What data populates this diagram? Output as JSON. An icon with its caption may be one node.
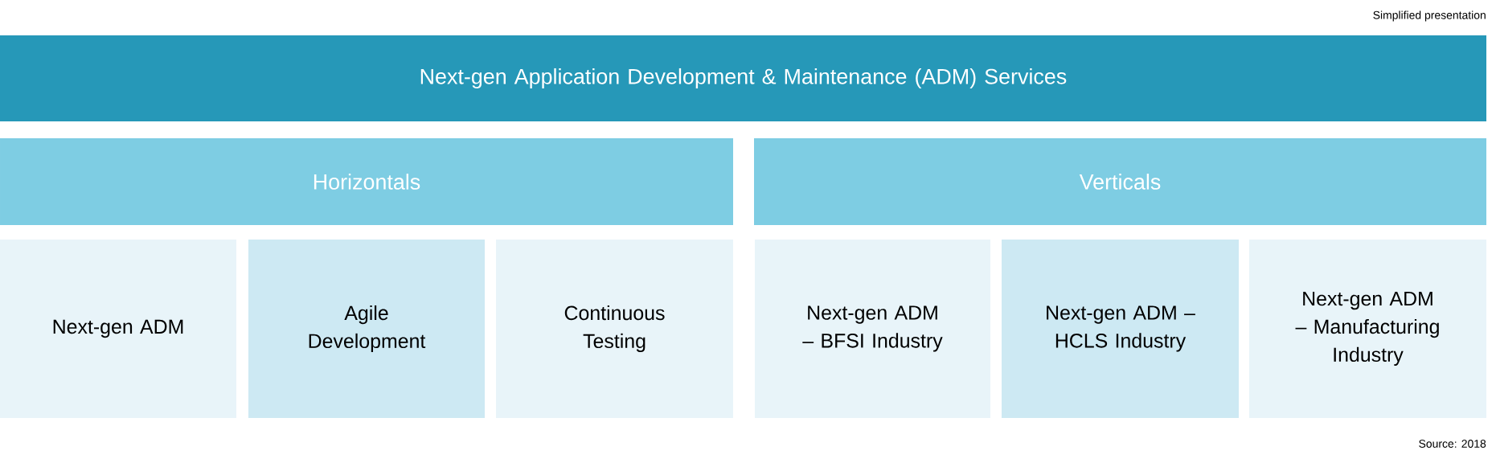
{
  "diagram": {
    "nodes": [
      {
        "text": [
          "Next-gen Application Development & Maintenance (ADM) Services"
        ]
      },
      {
        "text": [
          "Horizontals"
        ]
      },
      {
        "text": [
          "Verticals"
        ]
      },
      {
        "text": [
          "Next-gen ADM"
        ]
      },
      {
        "text": [
          "Agile Development"
        ]
      },
      {
        "text": [
          "Continuous Testing"
        ]
      },
      {
        "text": [
          "Next-gen ADM – BFSI Industry"
        ]
      },
      {
        "text": [
          "Next-gen ADM – HCLS Industry"
        ]
      },
      {
        "text": [
          "Next-gen ADM – Manufacturing Industry"
        ]
      }
    ],
    "labels": [
      "Simplified presentation",
      "Source: 2018"
    ]
  }
}
